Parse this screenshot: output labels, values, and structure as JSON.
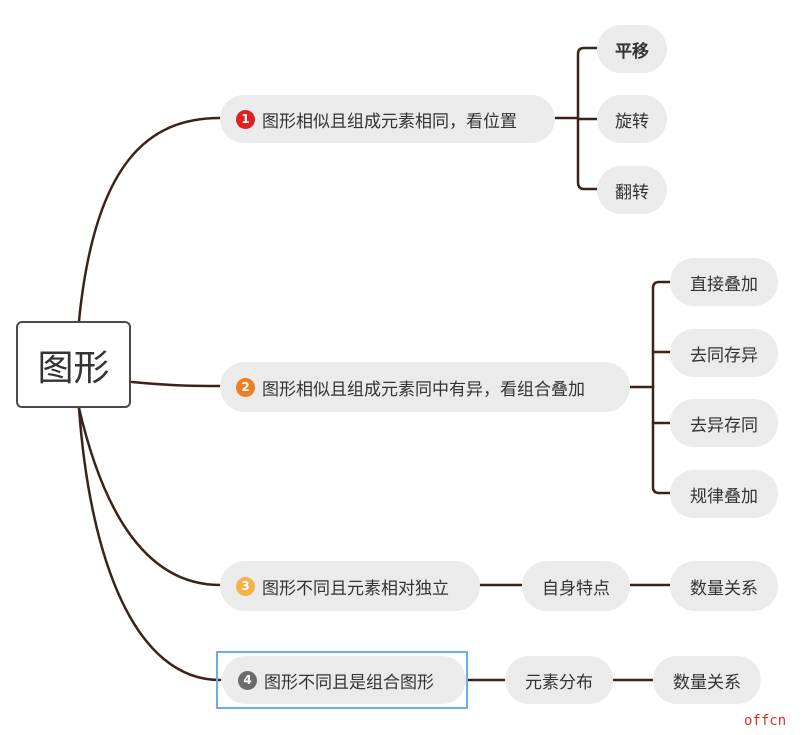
{
  "root": {
    "label": "图形"
  },
  "branches": [
    {
      "badge": "1",
      "badge_color": "#e02020",
      "label": "图形相似且组成元素相同，看位置",
      "children": [
        "平移",
        "旋转",
        "翻转"
      ]
    },
    {
      "badge": "2",
      "badge_color": "#f07c24",
      "label": "图形相似且组成元素同中有异，看组合叠加",
      "children": [
        "直接叠加",
        "去同存异",
        "去异存同",
        "规律叠加"
      ]
    },
    {
      "badge": "3",
      "badge_color": "#f5b14a",
      "label": "图形不同且元素相对独立",
      "children": [
        "自身特点",
        "数量关系"
      ]
    },
    {
      "badge": "4",
      "badge_color": "#6b6b6b",
      "label": "图形不同且是组合图形",
      "children": [
        "元素分布",
        "数量关系"
      ]
    }
  ],
  "watermark": "offcn",
  "colors": {
    "connector": "#3a2418",
    "pill": "#ebebeb",
    "selection": "#6aaee8"
  }
}
